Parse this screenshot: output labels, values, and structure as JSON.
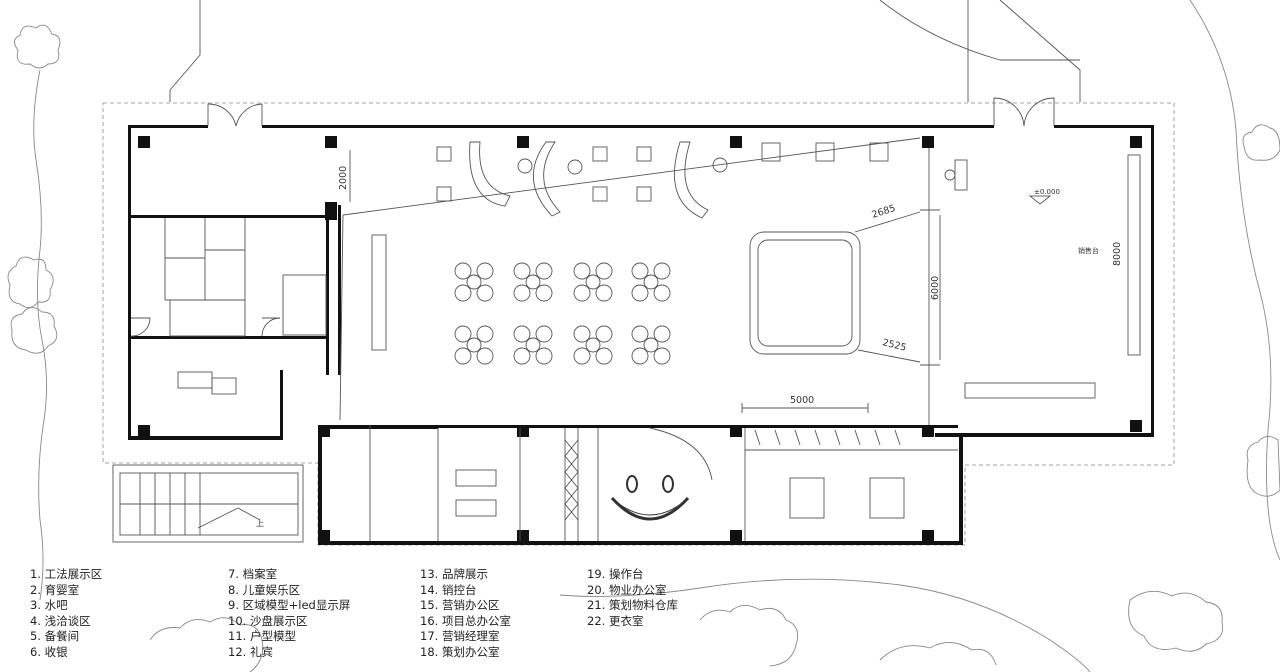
{
  "legend": [
    "1. 工法展示区",
    "2. 育婴室",
    "3. 水吧",
    "4. 浅洽谈区",
    "5. 备餐间",
    "6. 收银",
    "7. 档案室",
    "8. 儿童娱乐区",
    "9. 区域模型+led显示屏",
    "10. 沙盘展示区",
    "11. 户型模型",
    "12. 礼宾",
    "13. 品牌展示",
    "14. 销控台",
    "15. 营销办公区",
    "16. 项目总办公室",
    "17. 营销经理室",
    "18. 策划办公室",
    "19. 操作台",
    "20. 物业办公室",
    "21. 策划物料仓库",
    "22. 更衣室"
  ],
  "dimensions": {
    "d2000": "2000",
    "d2685": "2685",
    "d6000": "6000",
    "d8000": "8000",
    "d2525": "2525",
    "d5000": "5000"
  },
  "level_mark": "±0.000",
  "desk_label": "销售台",
  "stair_mark": "上"
}
